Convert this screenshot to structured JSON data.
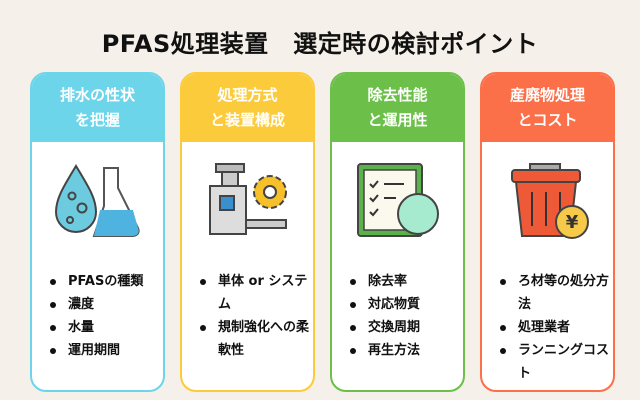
{
  "title": "PFAS処理装置　選定時の検討ポイント",
  "cards": [
    {
      "head1": "排水の性状",
      "head2": "を把握",
      "color": "#6dd5ea",
      "icon": "water-drop-flask-icon",
      "items": [
        "PFASの種類",
        "濃度",
        "水量",
        "運用期間"
      ]
    },
    {
      "head1": "処理方式",
      "head2": "と装置構成",
      "color": "#fccb3c",
      "icon": "machine-gear-icon",
      "items": [
        "単体 or システム",
        "規制強化への柔軟性"
      ]
    },
    {
      "head1": "除去性能",
      "head2": "と運用性",
      "color": "#6cc04a",
      "icon": "checklist-cycle-icon",
      "items": [
        "除去率",
        "対応物質",
        "交換周期",
        "再生方法"
      ]
    },
    {
      "head1": "産廃物処理",
      "head2": "とコスト",
      "color": "#fb7049",
      "icon": "trash-yen-icon",
      "items": [
        "ろ材等の処分方法",
        "処理業者",
        "ランニングコスト"
      ]
    }
  ]
}
